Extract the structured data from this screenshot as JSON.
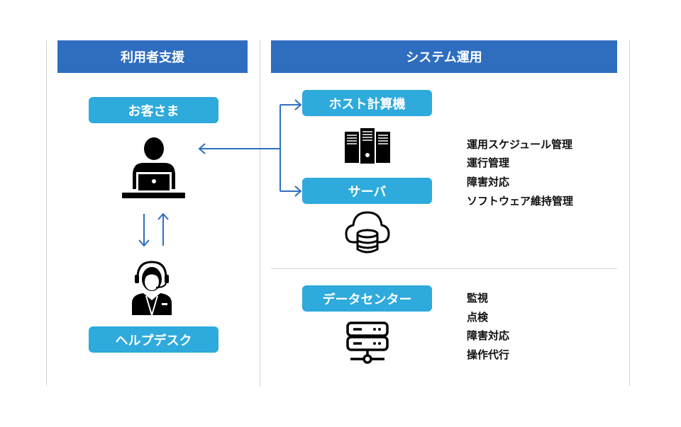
{
  "left_panel": {
    "title": "利用者支援",
    "customer_label": "お客さま",
    "helpdesk_label": "ヘルプデスク"
  },
  "right_panel": {
    "title": "システム運用",
    "host_label": "ホスト計算機",
    "server_label": "サーバ",
    "datacenter_label": "データセンター",
    "system_tasks": [
      "運用スケジュール管理",
      "運行管理",
      "障害対応",
      "ソフトウェア維持管理"
    ],
    "datacenter_tasks": [
      "監視",
      "点検",
      "障害対応",
      "操作代行"
    ]
  },
  "colors": {
    "header": "#2f6ebf",
    "pill": "#2eaadc",
    "arrow": "#2f6ebf"
  }
}
